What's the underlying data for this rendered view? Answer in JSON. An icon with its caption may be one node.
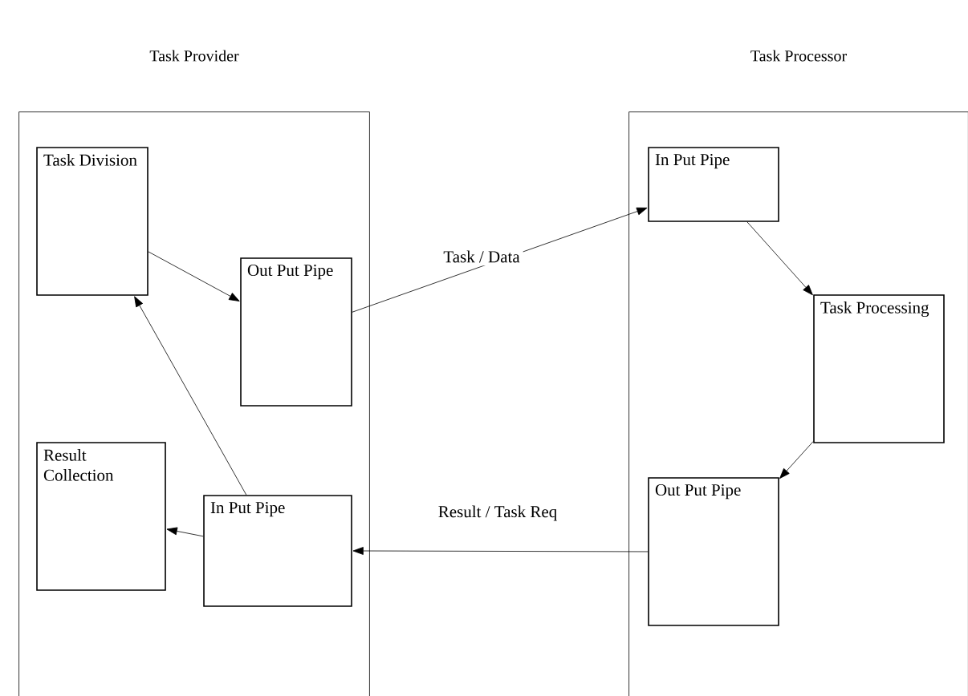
{
  "diagram": {
    "nodes": [
      {
        "text": [
          "Task Provider"
        ]
      },
      {
        "text": [
          "Task Division"
        ],
        "in": 0
      },
      {
        "text": [
          "Out Put Pipe"
        ],
        "in": 0
      },
      {
        "text": [
          "Result Collection"
        ],
        "in": 0
      },
      {
        "text": [
          "In Put Pipe"
        ],
        "in": 0
      },
      {
        "text": [
          "Task Processor"
        ]
      },
      {
        "text": [
          "In Put Pipe"
        ],
        "in": 5
      },
      {
        "text": [
          "Task Processing"
        ],
        "in": 5
      },
      {
        "text": [
          "Out Put Pipe"
        ],
        "in": 5
      }
    ],
    "edges": [
      {
        "from": 1,
        "to": 2,
        "arrow": "to"
      },
      {
        "from": 4,
        "to": 1,
        "arrow": "to"
      },
      {
        "from": 4,
        "to": 3,
        "arrow": "to"
      },
      {
        "from": 2,
        "to": 6,
        "arrow": "to",
        "label": "Task / Data"
      },
      {
        "from": 6,
        "to": 7,
        "arrow": "to"
      },
      {
        "from": 7,
        "to": 8,
        "arrow": "to"
      },
      {
        "from": 8,
        "to": 4,
        "arrow": "to",
        "label": "Result / Task Req"
      }
    ]
  }
}
